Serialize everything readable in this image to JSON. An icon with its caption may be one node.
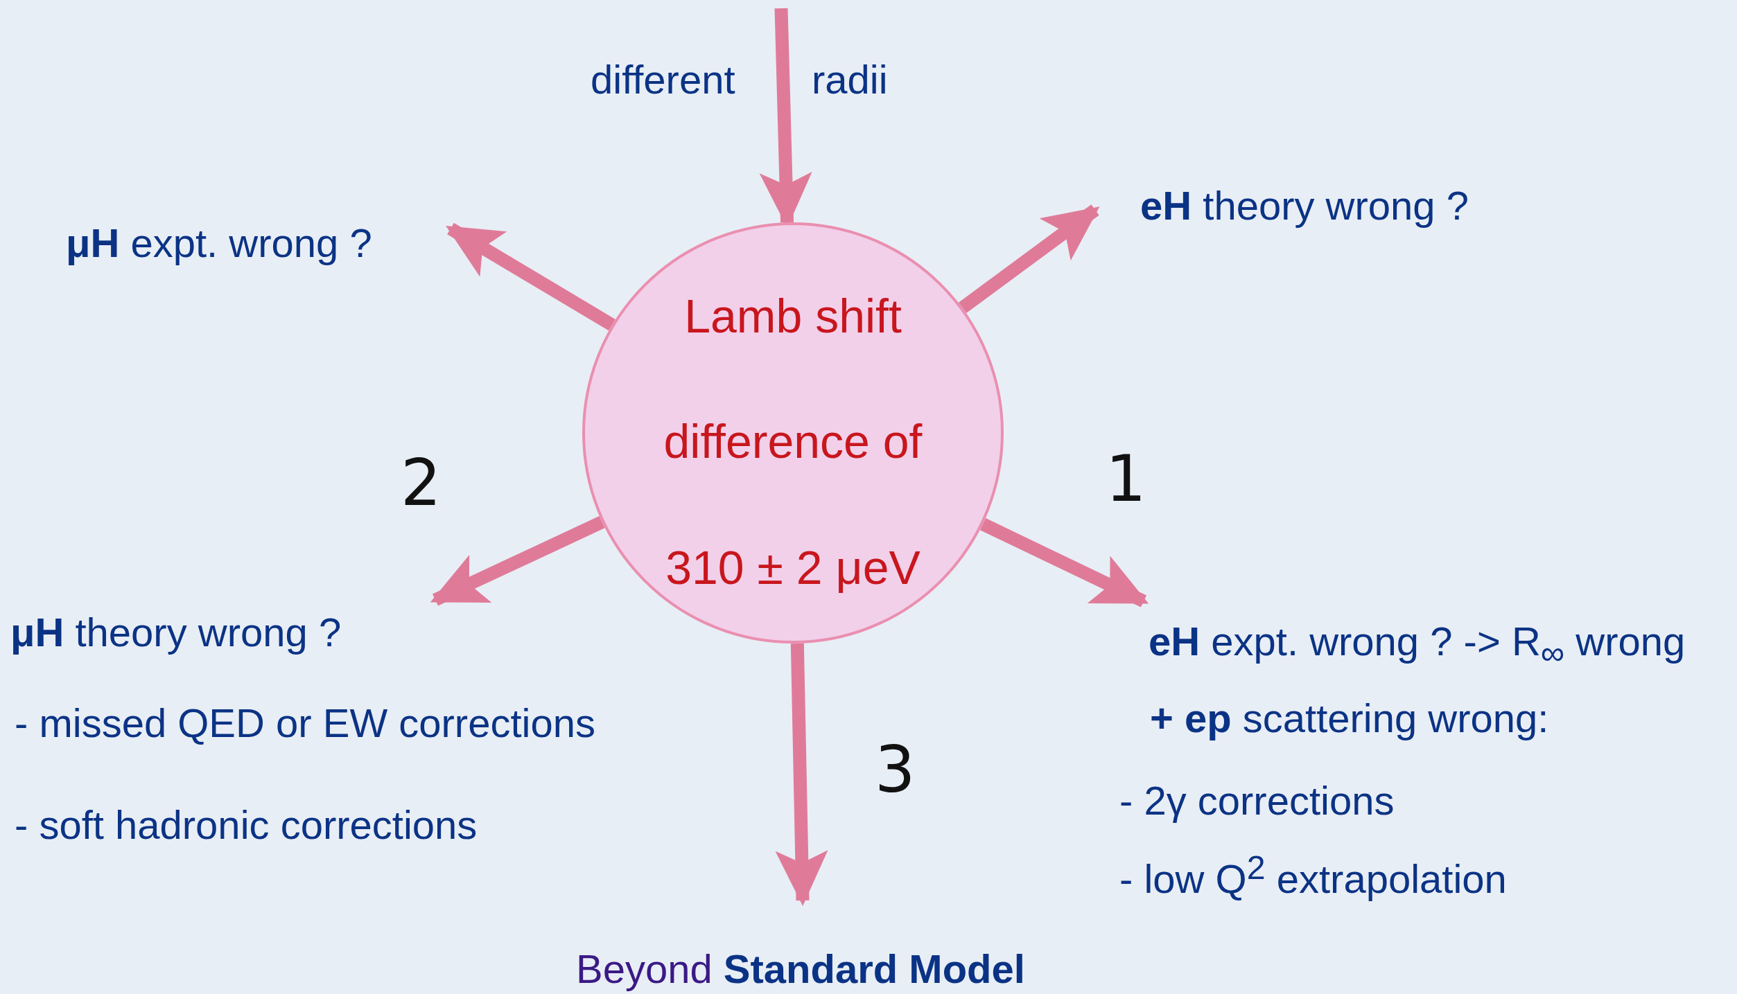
{
  "diagram": {
    "nodes": [
      {
        "text": [
          "Lamb shift",
          "difference of",
          "310 ± 2 μeV"
        ]
      },
      {
        "text": [
          "**μH** expt. wrong ?"
        ]
      },
      {
        "text": [
          "**eH** theory wrong ?"
        ]
      },
      {
        "text": [
          "**μH** theory wrong ?",
          "- missed QED or EW corrections",
          "- soft hadronic corrections"
        ]
      },
      {
        "text": [
          "**eH** expt. wrong ? -> R$_{∞}$ wrong",
          "**+ ep** scattering wrong:",
          "- 2γ corrections",
          "- low Q$^{2}$ extrapolation"
        ]
      },
      {
        "text": [
          "Beyond **Standard Model**"
        ]
      }
    ],
    "edges": [
      {
        "from": null,
        "to": 0,
        "arrow": "to"
      },
      {
        "from": 0,
        "to": 1,
        "arrow": "to"
      },
      {
        "from": 0,
        "to": 2,
        "arrow": "to"
      },
      {
        "from": 0,
        "to": 3,
        "arrow": "to"
      },
      {
        "from": 0,
        "to": 4,
        "arrow": "to"
      },
      {
        "from": 0,
        "to": 5,
        "arrow": "to"
      }
    ],
    "labels": [
      "different",
      "radii",
      "2",
      "1",
      "3"
    ]
  }
}
